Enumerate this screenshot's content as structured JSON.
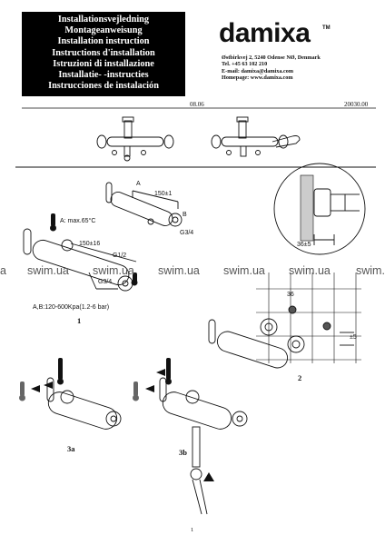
{
  "title_lines": [
    "Installationsvejledning",
    "Montageanweisung",
    "Installation instruction",
    "Instructions d'installation",
    "Istruzioni di installazione",
    "Installatie- -instructies",
    "Instrucciones de instalación"
  ],
  "brand": {
    "name": "damixa",
    "tm": "TM"
  },
  "address_lines": [
    "Østbirkvej 2, 5240 Odense NØ, Denmark",
    "Tel. +45 63 102 210",
    "E-mail: damixa@damixa.com",
    "Homepage: www.damixa.com"
  ],
  "doc": {
    "date": "08.06",
    "number": "20030.00"
  },
  "watermark": {
    "text": "swim.ua",
    "left_fragment": "a"
  },
  "figure1": {
    "dim_top_a": "A",
    "dim_150_top": "150±1",
    "dim_b": "B",
    "thread_g34_top": "G3/4",
    "temp_label": "A: max.65°C",
    "dim_150_16": "150±16",
    "thread_g12": "G1/2",
    "thread_g34_bottom": "G3/4",
    "pressure": "A,B:120-600Kpa(1.2-6 bar)",
    "label": "1"
  },
  "figure2": {
    "dim_36_detail": "36±5",
    "dim_36": "36",
    "dim_5": "±5",
    "label": "2"
  },
  "figure3a": {
    "label": "3a"
  },
  "figure3b": {
    "label": "3b"
  },
  "page_number": "1"
}
